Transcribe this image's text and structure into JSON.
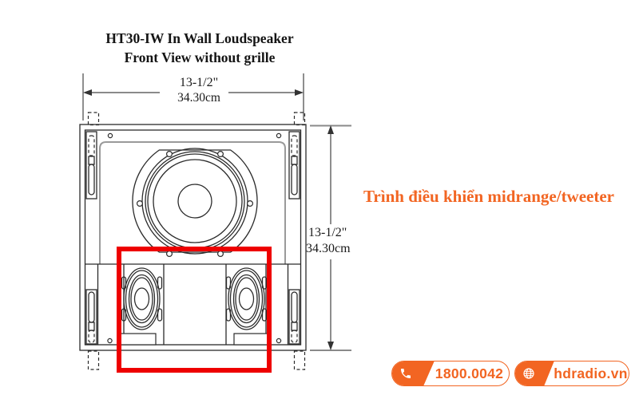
{
  "title": {
    "line1": "HT30-IW In Wall Loudspeaker",
    "line2": "Front View without grille"
  },
  "dimensions": {
    "width": {
      "inches": "13-1/2\"",
      "cm": "34.30cm"
    },
    "height": {
      "inches": "13-1/2\"",
      "cm": "34.30cm"
    }
  },
  "annotation": {
    "label": "Trình điều khiển midrange/tweeter"
  },
  "footer": {
    "phone": {
      "icon": "phone-icon",
      "label": "1800.0042"
    },
    "website": {
      "icon": "globe-icon",
      "label": "hdradio.vn"
    }
  },
  "colors": {
    "accent_orange": "#F26522",
    "highlight_red": "#EE0000",
    "line_black": "#2b2b2b",
    "panel_gray": "#9a9a9a"
  }
}
